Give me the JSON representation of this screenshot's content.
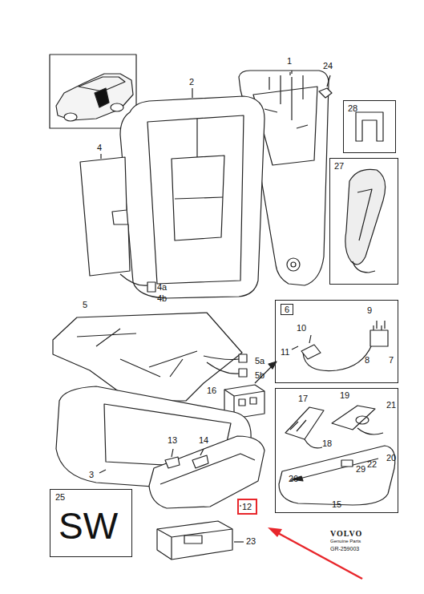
{
  "diagram": {
    "nodes": [
      {
        "text": [
          "28"
        ]
      },
      {
        "text": [
          "27"
        ]
      },
      {
        "text": [
          "6",
          "9",
          "10",
          "11",
          "8",
          "7"
        ]
      },
      {
        "text": [
          "17",
          "19",
          "21",
          "18",
          "20",
          "22",
          "29",
          "26",
          "15"
        ]
      },
      {
        "text": [
          "25",
          "SW"
        ]
      },
      {
        "text": [
          "12"
        ]
      }
    ],
    "labels": [
      "1",
      "24",
      "2",
      "4",
      "4a",
      "4b",
      "5",
      "5a",
      "5b",
      "16",
      "3",
      "13",
      "14",
      "23",
      "VOLVO",
      "Genuine Parts",
      "GR-259003"
    ]
  }
}
